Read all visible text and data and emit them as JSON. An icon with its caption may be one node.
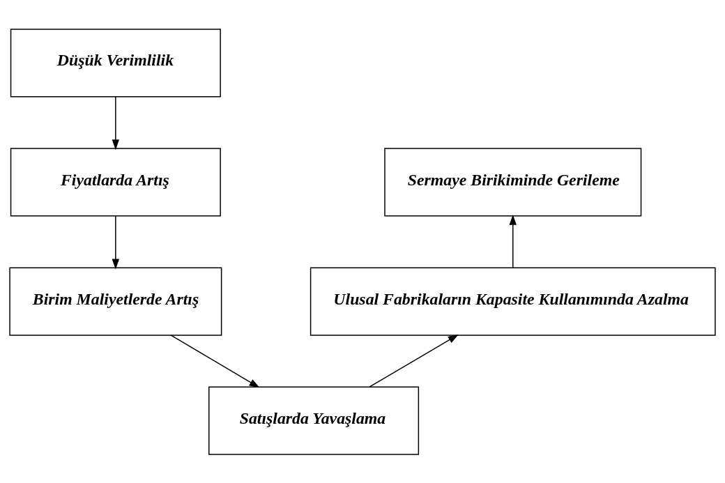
{
  "diagram": {
    "nodes": [
      {
        "text": [
          "Düşük Verimlilik"
        ]
      },
      {
        "text": [
          "Sermaye Birikiminde Gerileme"
        ]
      },
      {
        "text": [
          "Fiyatlarda Artış"
        ]
      },
      {
        "text": [
          "Ulusal Fabrikaların Kapasite Kullanımında Azalma"
        ]
      },
      {
        "text": [
          "Birim Maliyetlerde Artış"
        ]
      },
      {
        "text": [
          "Satışlarda Yavaşlama"
        ]
      }
    ],
    "edges": [
      {
        "from": 0,
        "to": 2,
        "arrow": "to"
      },
      {
        "from": 2,
        "to": 4,
        "arrow": "to"
      },
      {
        "from": 4,
        "to": 5,
        "arrow": "to"
      },
      {
        "from": 5,
        "to": 3,
        "arrow": "to"
      },
      {
        "from": 3,
        "to": 1,
        "arrow": "to"
      }
    ]
  }
}
